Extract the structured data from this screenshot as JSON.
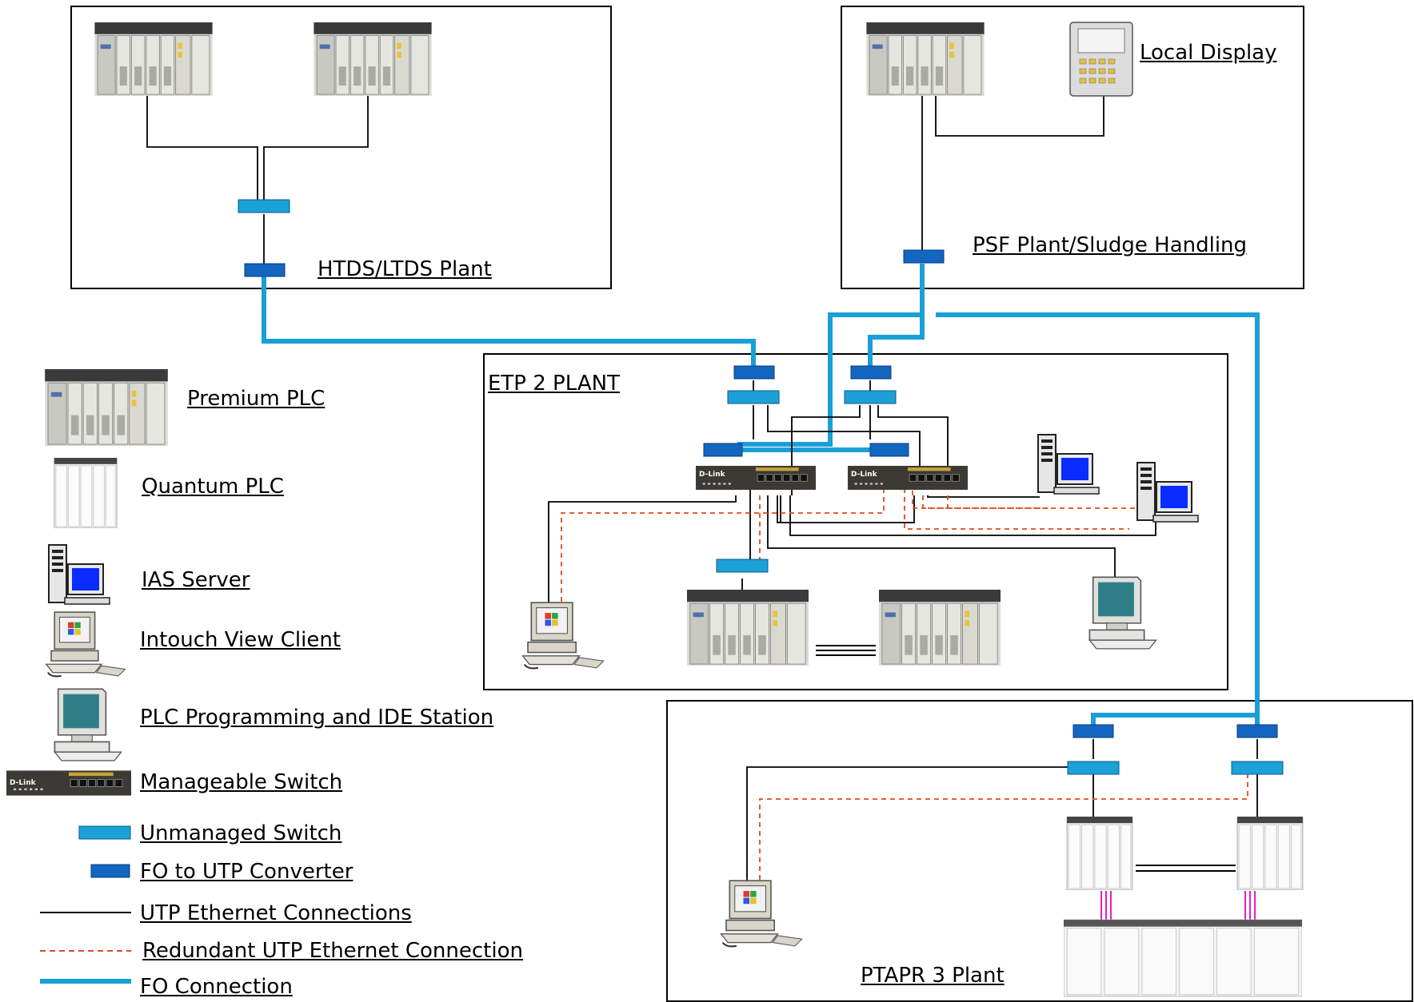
{
  "plants": {
    "htds": "HTDS/LTDS Plant",
    "psf": "PSF Plant/Sludge Handling",
    "etp2": "ETP 2 PLANT",
    "ptapr3": "PTAPR 3 Plant",
    "local_display": "Local Display"
  },
  "legend": {
    "premium_plc": "Premium PLC",
    "quantum_plc": "Quantum PLC",
    "ias_server": "IAS Server",
    "intouch_client": "Intouch View Client",
    "programming_station": "PLC Programming and IDE Station",
    "manageable_switch": "Manageable Switch",
    "unmanaged_switch": "Unmanaged Switch",
    "fo_converter": "FO to UTP Converter ",
    "utp_connection": "UTP Ethernet Connections",
    "redundant_utp": "Redundant UTP Ethernet Connection",
    "fo_connection": "FO Connection"
  },
  "device_text": {
    "switch_brand": "D-Link"
  },
  "colors": {
    "fo_cable": "#1a9fd8",
    "unmanaged_switch": "#1ca0d8",
    "fo_converter": "#1366c0",
    "redundant_line": "#e04a1a",
    "utp_line": "#000000",
    "monitor_screen": "#0a2cff"
  }
}
